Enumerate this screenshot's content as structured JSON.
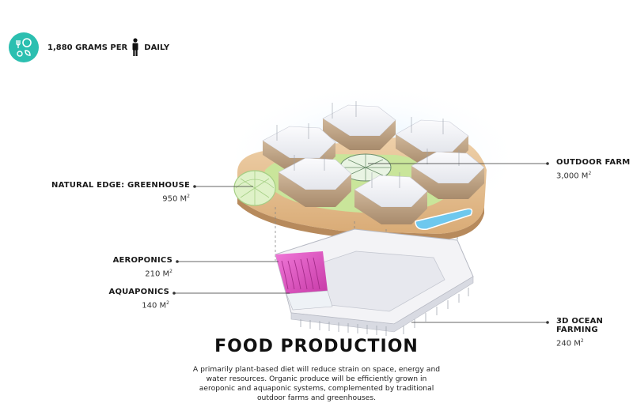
{
  "header": {
    "stat_text": "1,880 GRAMS PER",
    "daily_text": "DAILY",
    "badge_icon": "food-nutrition-icon",
    "person_icon": "person-icon",
    "badge_color": "#2bbfb0"
  },
  "labels": {
    "greenhouse": {
      "title": "NATURAL EDGE: GREENHOUSE",
      "value": "950 M",
      "unit_sup": "2"
    },
    "outdoor": {
      "title": "OUTDOOR FARM",
      "value": "3,000 M",
      "unit_sup": "2"
    },
    "aeroponics": {
      "title": "AEROPONICS",
      "value": "210 M",
      "unit_sup": "2"
    },
    "aquaponics": {
      "title": "AQUAPONICS",
      "value": "140 M",
      "unit_sup": "2"
    },
    "ocean": {
      "title": "3D OCEAN FARMING",
      "value": "240 M",
      "unit_sup": "2"
    }
  },
  "title": "FOOD PRODUCTION",
  "description": "A primarily plant-based diet will reduce strain on space, energy and water resources.  Organic produce will be efficiently grown in aeroponic and aquaponic systems, complemented by traditional outdoor farms and greenhouses.",
  "colors": {
    "grass": "#c9e59a",
    "sand": "#e9c79c",
    "pool": "#6ec8ee",
    "aeroponics": "#e24fc4",
    "structure": "#e8e8ec"
  }
}
